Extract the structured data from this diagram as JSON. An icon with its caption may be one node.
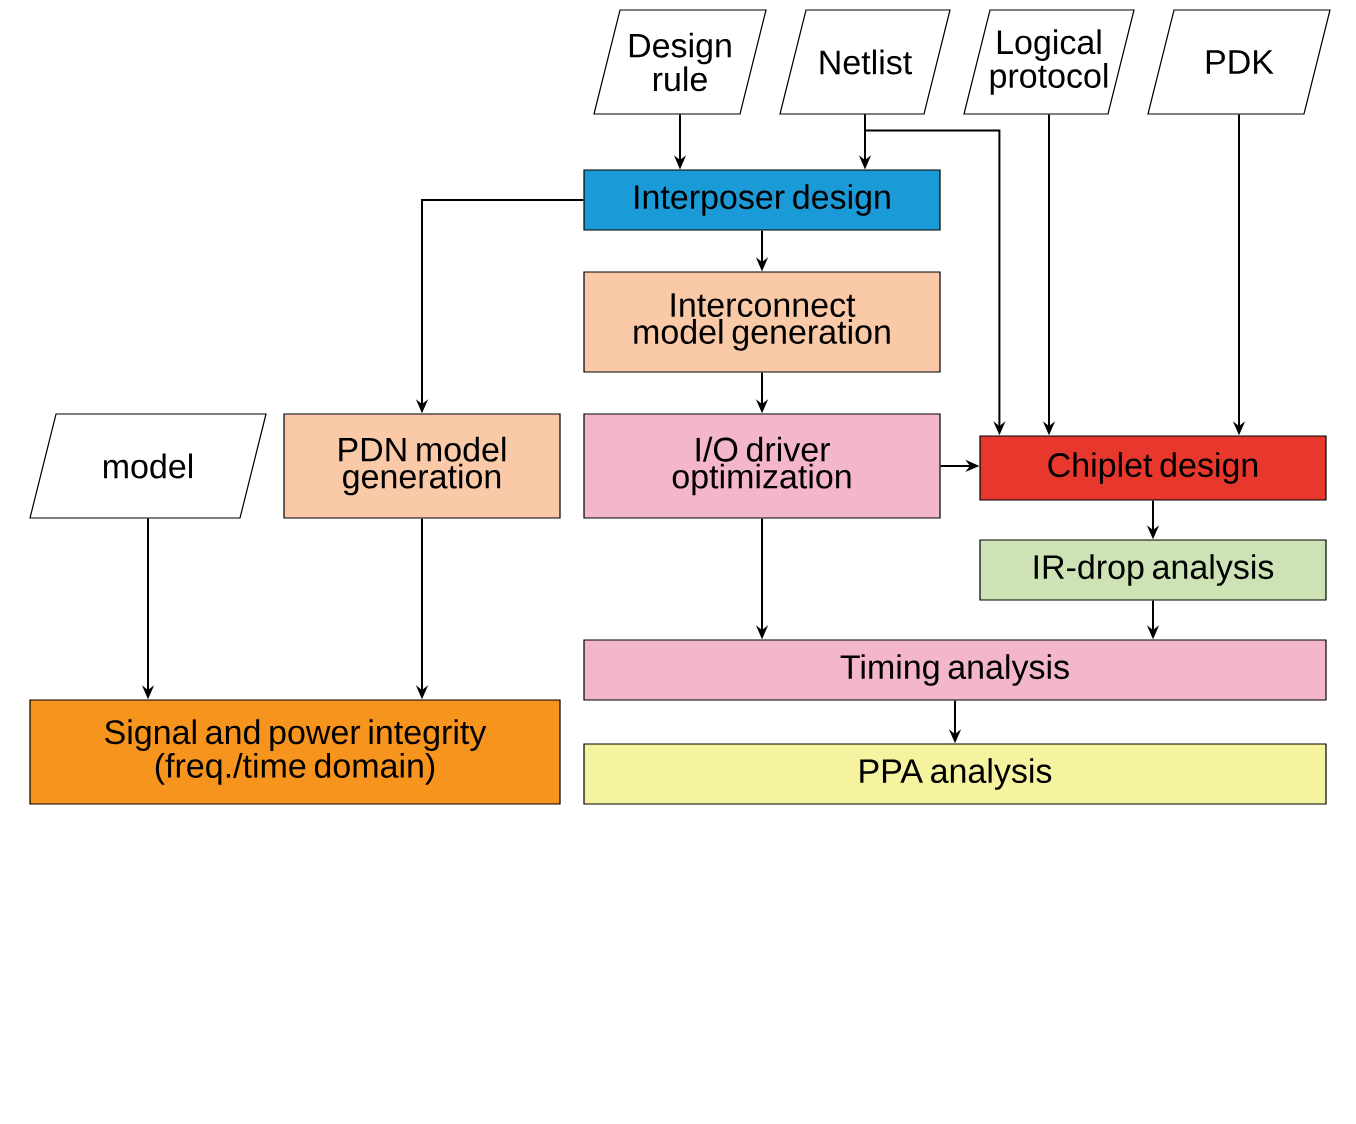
{
  "diagram": {
    "nodes": [
      {
        "text": [
          "Design rule"
        ]
      },
      {
        "text": [
          "Netlist"
        ]
      },
      {
        "text": [
          "Logical protocol"
        ]
      },
      {
        "text": [
          "PDK"
        ]
      },
      {
        "text": [
          "Interposer design"
        ]
      },
      {
        "text": [
          "Interconnect model generation"
        ]
      },
      {
        "text": [
          "model"
        ]
      },
      {
        "text": [
          "PDN model generation"
        ]
      },
      {
        "text": [
          "I/O driver optimization"
        ]
      },
      {
        "text": [
          "Chiplet design"
        ]
      },
      {
        "text": [
          "IR-drop analysis"
        ]
      },
      {
        "text": [
          "Signal and power integrity (freq./time domain)"
        ]
      },
      {
        "text": [
          "Timing analysis"
        ]
      },
      {
        "text": [
          "PPA analysis"
        ]
      }
    ],
    "edges": [
      {
        "from": 0,
        "to": 4,
        "arrow": "to"
      },
      {
        "from": 1,
        "to": 4,
        "arrow": "to"
      },
      {
        "from": 1,
        "to": 9,
        "arrow": "to"
      },
      {
        "from": 2,
        "to": 9,
        "arrow": "to"
      },
      {
        "from": 3,
        "to": 9,
        "arrow": "to"
      },
      {
        "from": 4,
        "to": 7,
        "arrow": "to"
      },
      {
        "from": 4,
        "to": 5,
        "arrow": "to"
      },
      {
        "from": 5,
        "to": 8,
        "arrow": "to"
      },
      {
        "from": 8,
        "to": 9,
        "arrow": "to"
      },
      {
        "from": 8,
        "to": 12,
        "arrow": "to"
      },
      {
        "from": 9,
        "to": 10,
        "arrow": "to"
      },
      {
        "from": 10,
        "to": 12,
        "arrow": "to"
      },
      {
        "from": 12,
        "to": 13,
        "arrow": "to"
      },
      {
        "from": 6,
        "to": 11,
        "arrow": "to"
      },
      {
        "from": 7,
        "to": 11,
        "arrow": "to"
      }
    ]
  }
}
